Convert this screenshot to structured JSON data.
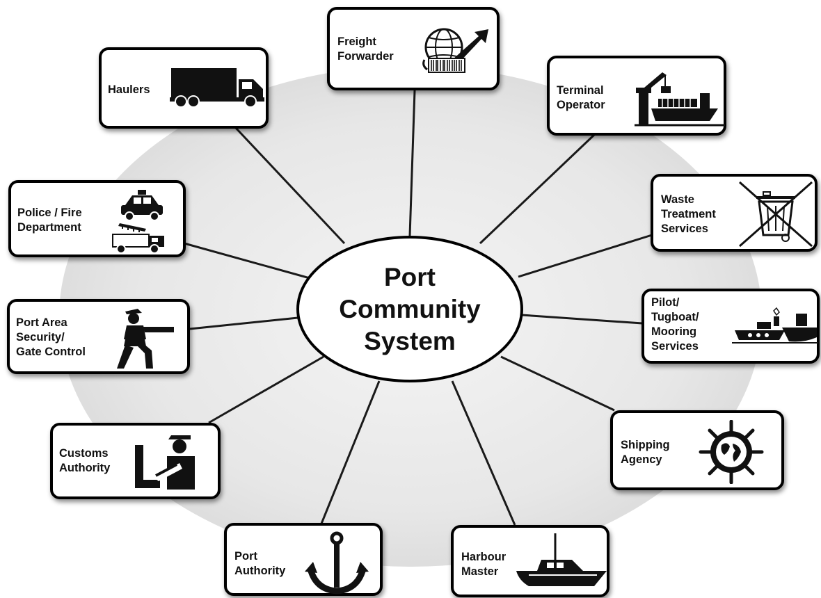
{
  "hub": {
    "title": "Port\nCommunity\nSystem"
  },
  "nodes": {
    "freight_forwarder": {
      "label": "Freight\nForwarder",
      "icon": "globe-barcode-arrow-icon"
    },
    "haulers": {
      "label": "Haulers",
      "icon": "truck-icon"
    },
    "terminal_operator": {
      "label": "Terminal\nOperator",
      "icon": "container-ship-crane-icon"
    },
    "police_fire": {
      "label": "Police / Fire\nDepartment",
      "icon": "police-car-fire-truck-icon"
    },
    "waste_treatment": {
      "label": "Waste\nTreatment\nServices",
      "icon": "crossed-out-bin-icon"
    },
    "port_area_security": {
      "label": "Port Area\nSecurity/\nGate Control",
      "icon": "guard-icon"
    },
    "pilot_tugboat": {
      "label": "Pilot/\nTugboat/\nMooring\nServices",
      "icon": "tugboat-ship-icon"
    },
    "customs_authority": {
      "label": "Customs\nAuthority",
      "icon": "customs-officer-icon"
    },
    "shipping_agency": {
      "label": "Shipping\nAgency",
      "icon": "ship-wheel-globe-icon"
    },
    "port_authority": {
      "label": "Port\nAuthority",
      "icon": "anchor-icon"
    },
    "harbour_master": {
      "label": "Harbour\nMaster",
      "icon": "patrol-boat-icon"
    }
  }
}
